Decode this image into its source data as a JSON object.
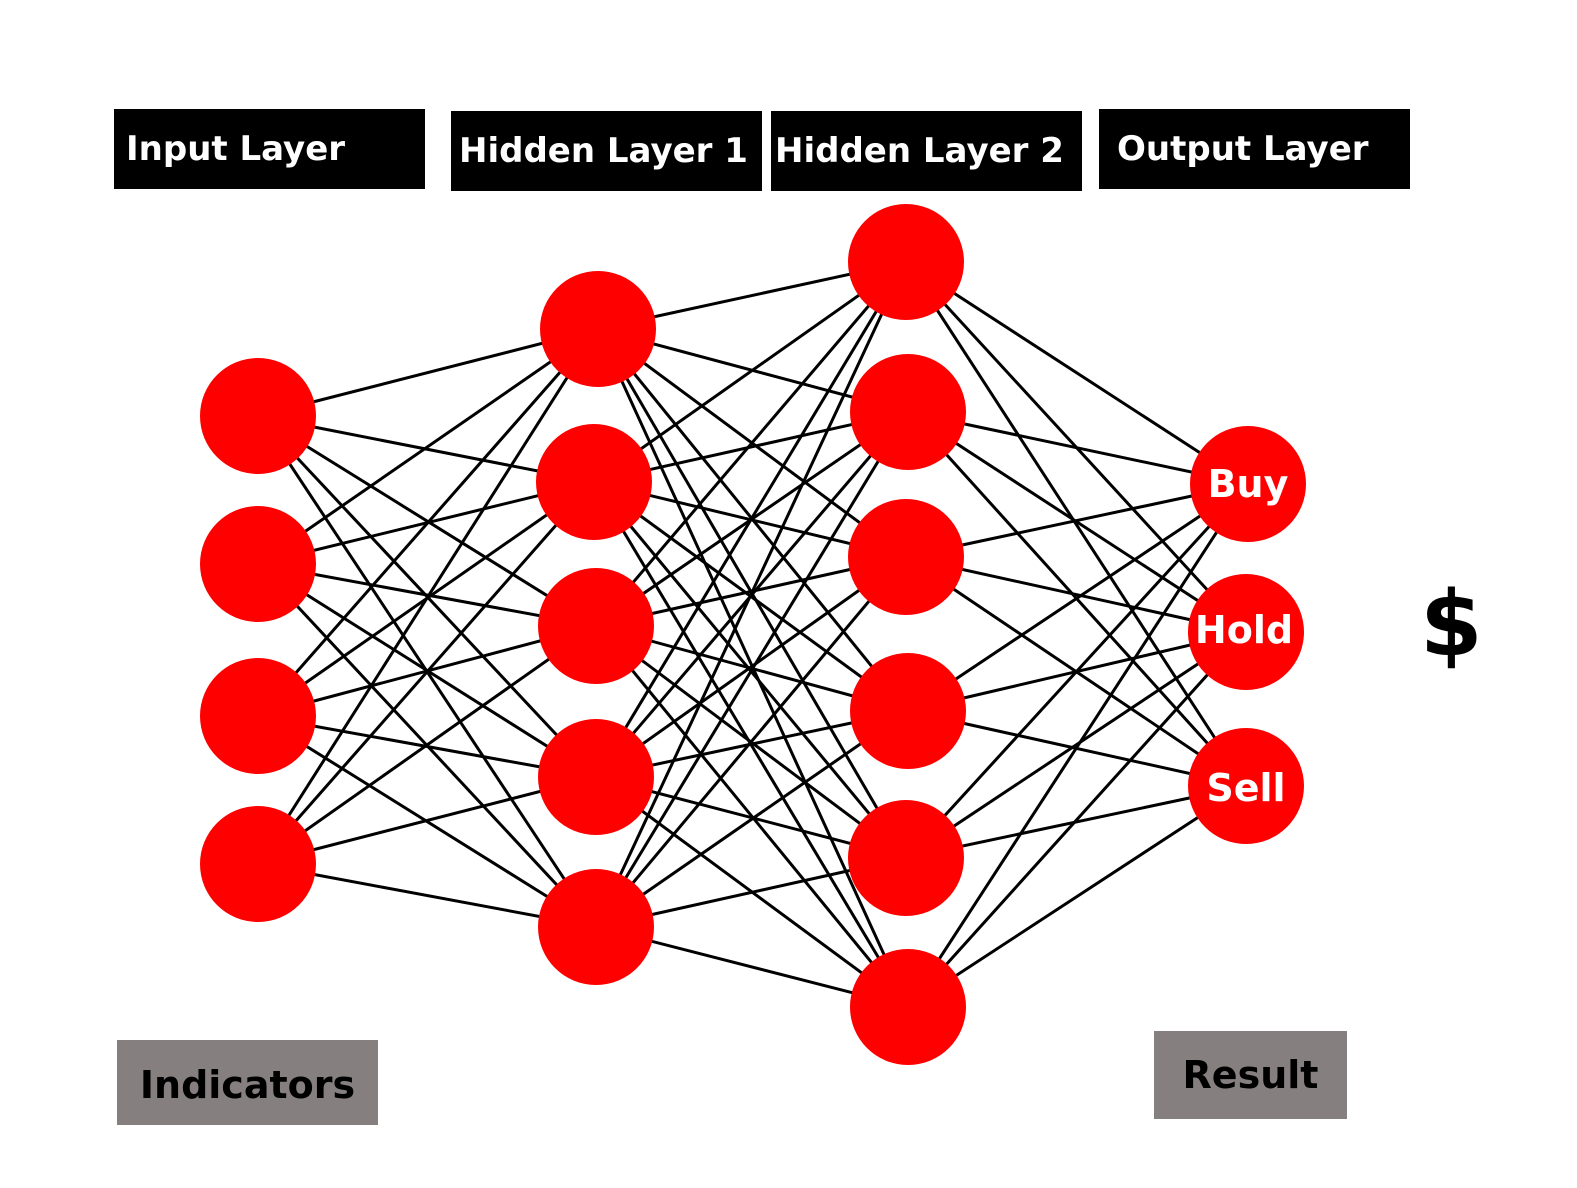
{
  "headers": {
    "input": "Input Layer",
    "hidden1": "Hidden Layer 1",
    "hidden2": "Hidden Layer 2",
    "output": "Output Layer"
  },
  "outputs": {
    "buy": "Buy",
    "hold": "Hold",
    "sell": "Sell"
  },
  "labels": {
    "indicators": "Indicators",
    "result": "Result",
    "currency": "$"
  },
  "colors": {
    "node": "#ff0000",
    "edge": "#000000",
    "header_bg": "#000000",
    "header_text": "#ffffff",
    "label_bg": "#857f80"
  },
  "network": {
    "layers": [
      {
        "name": "input",
        "size": 4
      },
      {
        "name": "hidden1",
        "size": 5
      },
      {
        "name": "hidden2",
        "size": 6
      },
      {
        "name": "output",
        "size": 3
      }
    ],
    "fully_connected": true
  }
}
